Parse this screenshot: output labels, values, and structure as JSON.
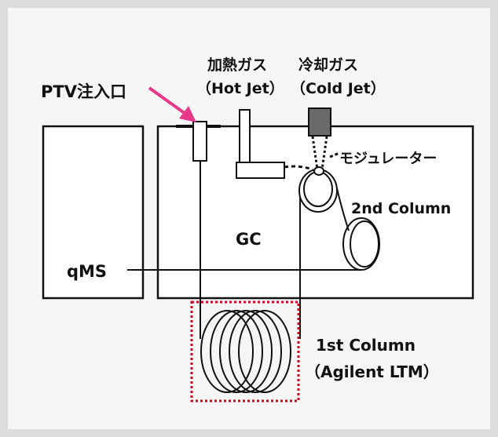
{
  "labels": {
    "ptv_injector": "PTV注入口",
    "hot_gas": "加熱ガス",
    "hot_jet": "（Hot Jet）",
    "cold_gas": "冷却ガス",
    "cold_jet": "（Cold Jet）",
    "modulator": "モジュレーター",
    "gc": "GC",
    "qms": "qMS",
    "second_column": "2nd Column",
    "first_column": "1st Column",
    "first_column_model": "（Agilent LTM）"
  },
  "colors": {
    "arrow": "#e8388a",
    "dotted_box": "#d0021b",
    "cold_jet_nozzle": "#6a6a6a",
    "frame": "#dcdcdc",
    "background": "#f6f6f6"
  }
}
